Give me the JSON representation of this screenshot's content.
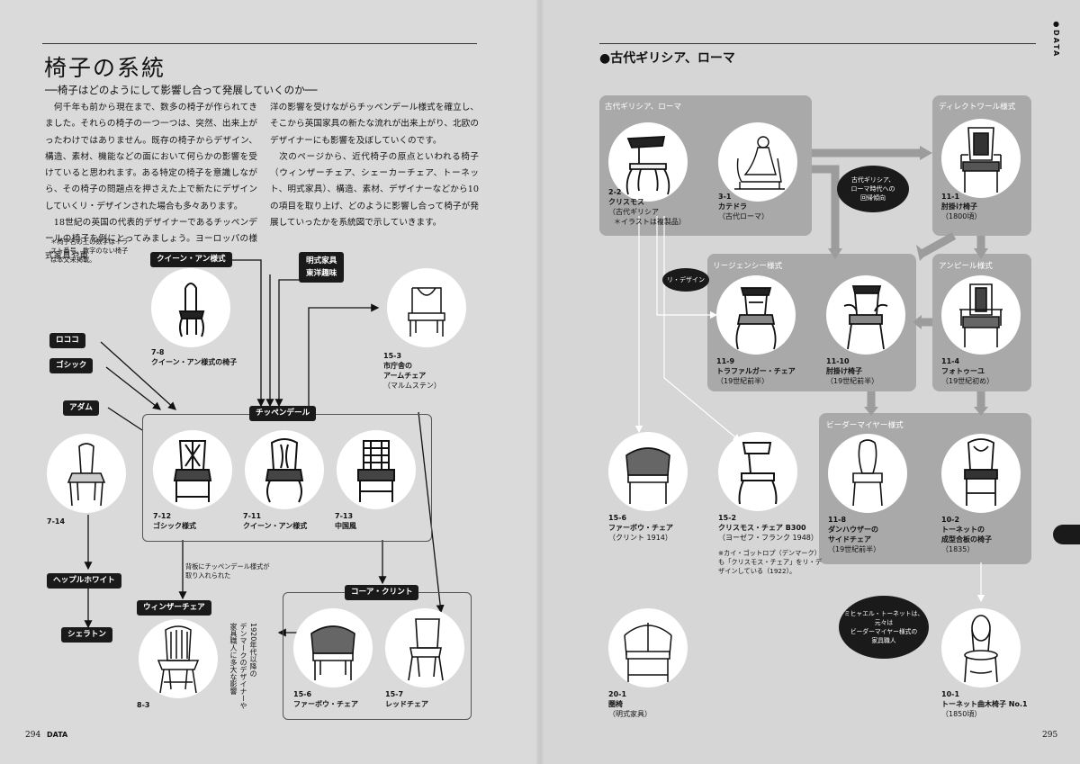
{
  "left": {
    "title": "椅子の系統",
    "subtitle": "──椅子はどのようにして影響し合って発展していくのか──",
    "body_col1": [
      "　何千年も前から現在まで、数多の椅子が作られてきました。それらの椅子の一つ一つは、突然、出来上がったわけではありません。既存の椅子からデザイン、構造、素材、機能などの面において何らかの影響を受けていると思われます。ある特定の椅子を意識しながら、その椅子の問題点を押さえた上で新たにデザインしていくリ・デザインされた場合も多々あります。",
      "　18世紀の英国の代表的デザイナーであるチッペンデールの椅子を例にとってみましょう。ヨーロッパの様式家具や東"
    ],
    "body_col2": [
      "洋の影響を受けながらチッペンデール様式を確立し、そこから英国家具の新たな流れが出来上がり、北欧のデザイナーにも影響を及ぼしていくのです。",
      "　次のページから、近代椅子の原点といわれる椅子（ウィンザーチェア、シェーカーチェア、トーネット、明式家具）、構造、素材、デザイナーなどから10の項目を取り上げ、どのように影響し合って椅子が発展していったかを系統図で示していきます。"
    ],
    "footnote": [
      "＊椅子名の上の数字はイラ",
      "スト番号。数字のない椅子",
      "は本文未掲載。"
    ],
    "tags": {
      "queen_anne": "クイーン・アン様式",
      "ming": "明式家具\n東洋趣味",
      "rococo": "ロココ",
      "gothic": "ゴシック",
      "adam": "アダム",
      "chippendale": "チッペンデール",
      "hepplewhite": "ヘップルホワイト",
      "sheraton": "シェラトン",
      "windsor": "ウィンザーチェア",
      "koare_klint": "コーア・クリント"
    },
    "chairs": {
      "c7_8": {
        "num": "7-8",
        "name": "クイーン・アン様式の椅子",
        "sub": ""
      },
      "c15_3": {
        "num": "15-3",
        "name": "市庁舎の",
        "name2": "アームチェア",
        "sub": "（マルムステン）"
      },
      "c7_14": {
        "num": "7-14",
        "name": "",
        "sub": ""
      },
      "c7_12": {
        "num": "7-12",
        "name": "ゴシック様式",
        "sub": ""
      },
      "c7_11": {
        "num": "7-11",
        "name": "クイーン・アン様式",
        "sub": ""
      },
      "c7_13": {
        "num": "7-13",
        "name": "中国風",
        "sub": ""
      },
      "c8_3": {
        "num": "8-3",
        "name": "",
        "sub": ""
      },
      "c15_6": {
        "num": "15-6",
        "name": "ファーボウ・チェア",
        "sub": ""
      },
      "c15_7": {
        "num": "15-7",
        "name": "レッドチェア",
        "sub": ""
      }
    },
    "note_backrest": [
      "背板にチッペンデール様式が",
      "取り入れられた"
    ],
    "note_1920": [
      "1920年代以降の",
      "デンマークのデザイナーや",
      "家具職人に多大な影響"
    ],
    "folio": "294",
    "folio_label": "DATA"
  },
  "right": {
    "heading": "●古代ギリシア、ローマ",
    "side_label": "●DATA",
    "groups": {
      "greek_roman": "古代ギリシア、ローマ",
      "directoire": "ディレクトワール様式",
      "regency": "リージェンシー様式",
      "empire": "アンピール様式",
      "biedermeier": "ビーダーマイヤー様式"
    },
    "bubbles": {
      "revival": "古代ギリシア、\nローマ時代への\n回帰傾向",
      "redesign": "リ・デザイン",
      "thonet": "ミヒャエル・トーネットは、\n元々は\nビーダーマイヤー様式の\n家具職人"
    },
    "chairs": {
      "c2_2": {
        "num": "2-2",
        "name": "クリスモス",
        "sub": "（古代ギリシア",
        "sub2": "＊イラストは複製品）"
      },
      "c3_1": {
        "num": "3-1",
        "name": "カテドラ",
        "sub": "（古代ローマ）"
      },
      "c11_1": {
        "num": "11-1",
        "name": "肘掛け椅子",
        "sub": "（1800頃）"
      },
      "c11_9": {
        "num": "11-9",
        "name": "トラファルガー・チェア",
        "sub": "（19世紀前半）"
      },
      "c11_10": {
        "num": "11-10",
        "name": "肘掛け椅子",
        "sub": "（19世紀前半）"
      },
      "c11_4": {
        "num": "11-4",
        "name": "フォトゥーユ",
        "sub": "（19世紀初め）"
      },
      "c15_6": {
        "num": "15-6",
        "name": "ファーボウ・チェア",
        "sub": "（クリント 1914）"
      },
      "c15_2": {
        "num": "15-2",
        "name": "クリスモス・チェア B300",
        "sub": "（ヨーゼフ・フランク 1948）"
      },
      "c11_8": {
        "num": "11-8",
        "name": "ダンハウザーの",
        "name2": "サイドチェア",
        "sub": "（19世紀前半）"
      },
      "c10_2": {
        "num": "10-2",
        "name": "トーネットの",
        "name2": "成型合板の椅子",
        "sub": "（1835）"
      },
      "c20_1": {
        "num": "20-1",
        "name": "圏椅",
        "sub": "（明式家具）"
      },
      "c10_1": {
        "num": "10-1",
        "name": "トーネット曲木椅子 No.1",
        "sub": "（1850頃）"
      }
    },
    "note_klint": [
      "※カイ・ゴットロプ（デンマーク）",
      "も「クリスモス・チェア」をリ・デ",
      "ザインしている（1922）。"
    ],
    "folio": "295"
  }
}
